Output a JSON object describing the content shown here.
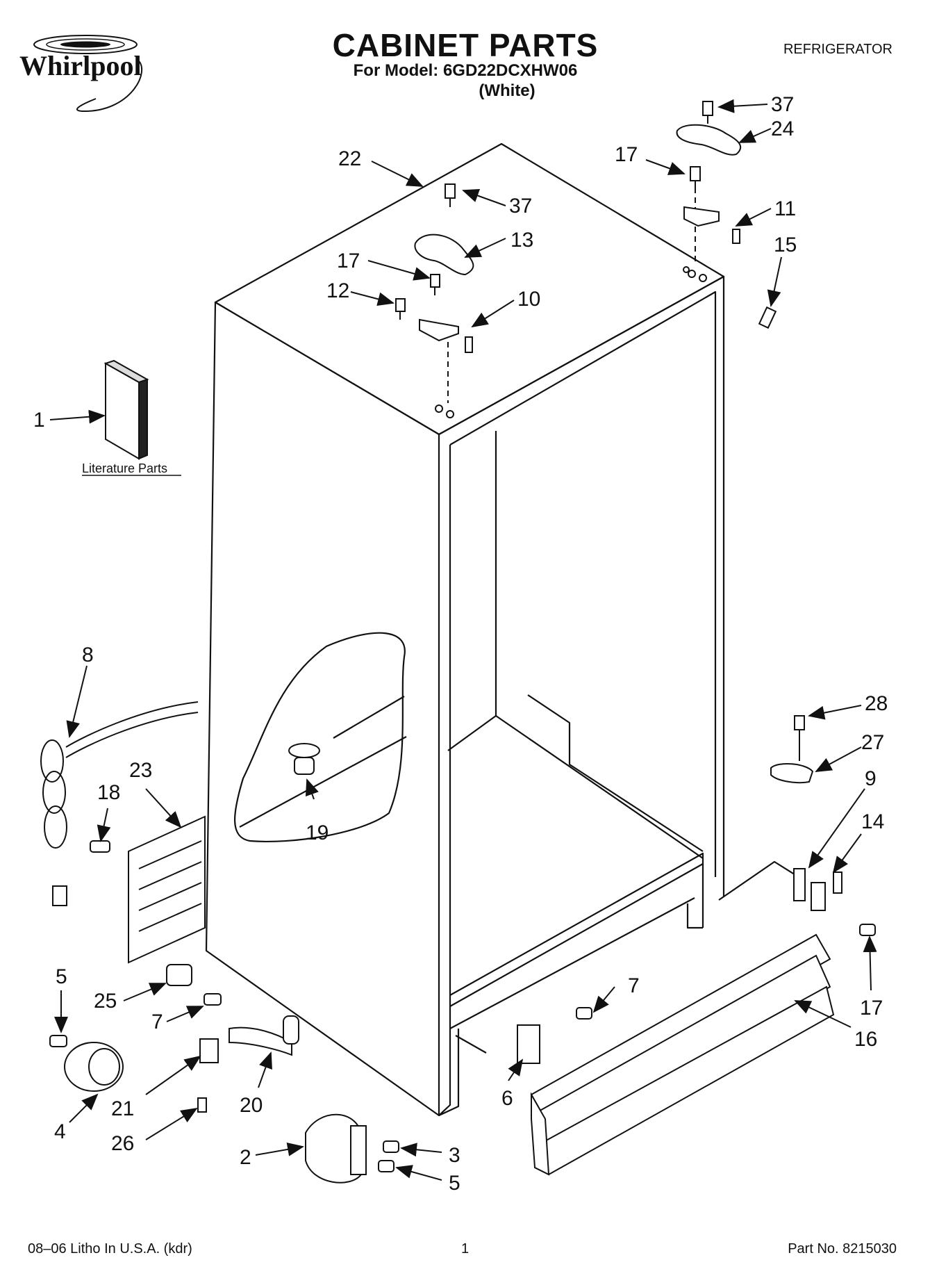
{
  "header": {
    "brand": "Whirlpool",
    "title": "CABINET PARTS",
    "model_line": "For Model: 6GD22DCXHW06",
    "color_line": "(White)",
    "category": "REFRIGERATOR"
  },
  "diagram": {
    "literature_label": "Literature Parts",
    "callouts": [
      "37",
      "24",
      "17",
      "11",
      "15",
      "22",
      "37",
      "13",
      "17",
      "12",
      "10",
      "1",
      "8",
      "23",
      "18",
      "19",
      "28",
      "27",
      "9",
      "14",
      "17",
      "16",
      "7",
      "6",
      "5",
      "25",
      "7",
      "4",
      "21",
      "20",
      "26",
      "2",
      "3",
      "5"
    ]
  },
  "footer": {
    "print_info": "08–06 Litho In U.S.A. (kdr)",
    "page_number": "1",
    "part_number": "Part No. 8215030"
  }
}
